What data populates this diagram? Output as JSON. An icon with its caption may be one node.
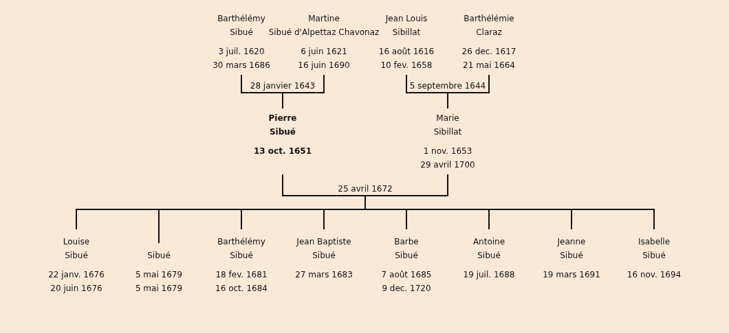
{
  "diagram": {
    "nodes": [
      {
        "text": [
          "Barthélémy",
          "Sibué",
          "3 juil. 1620",
          "30 mars 1686"
        ]
      },
      {
        "text": [
          "Martine",
          "Sibué d'Alpettaz Chavonaz",
          "6 juin 1621",
          "16 juin 1690"
        ]
      },
      {
        "text": [
          "Jean Louis",
          "Sibillat",
          "16 août 1616",
          "10 fev. 1658"
        ]
      },
      {
        "text": [
          "Barthélémie",
          "Claraz",
          "26 dec. 1617",
          "21 mai 1664"
        ]
      },
      {
        "text": [
          "28 janvier 1643"
        ]
      },
      {
        "text": [
          "5 septembre 1644"
        ]
      },
      {
        "text": [
          "Pierre",
          "Sibué",
          "13 oct. 1651"
        ]
      },
      {
        "text": [
          "Marie",
          "Sibillat",
          "1 nov. 1653",
          "29 avril 1700"
        ]
      },
      {
        "text": [
          "25 avril 1672"
        ]
      },
      {
        "text": [
          "Louise",
          "Sibué",
          "22 janv. 1676",
          "20 juin 1676"
        ]
      },
      {
        "text": [
          "Sibué",
          "5 mai 1679",
          "5 mai 1679"
        ]
      },
      {
        "text": [
          "Barthélémy",
          "Sibué",
          "18 fev. 1681",
          "16 oct. 1684"
        ]
      },
      {
        "text": [
          "Jean Baptiste",
          "Sibué",
          "27 mars 1683"
        ]
      },
      {
        "text": [
          "Barbe",
          "Sibué",
          "7 août 1685",
          "9 dec. 1720"
        ]
      },
      {
        "text": [
          "Antoine",
          "Sibué",
          "19 juil. 1688"
        ]
      },
      {
        "text": [
          "Jeanne",
          "Sibué",
          "19 mars 1691"
        ]
      },
      {
        "text": [
          "Isabelle",
          "Sibué",
          "16 nov. 1694"
        ]
      }
    ],
    "edges": [
      {
        "from": 0,
        "to": 4,
        "arrow": "none"
      },
      {
        "from": 1,
        "to": 4,
        "arrow": "none"
      },
      {
        "from": 4,
        "to": 6,
        "arrow": "none"
      },
      {
        "from": 2,
        "to": 5,
        "arrow": "none"
      },
      {
        "from": 3,
        "to": 5,
        "arrow": "none"
      },
      {
        "from": 5,
        "to": 7,
        "arrow": "none"
      },
      {
        "from": 6,
        "to": 8,
        "arrow": "none"
      },
      {
        "from": 7,
        "to": 8,
        "arrow": "none"
      },
      {
        "from": 8,
        "to": 9,
        "arrow": "none"
      },
      {
        "from": 8,
        "to": 10,
        "arrow": "none"
      },
      {
        "from": 8,
        "to": 11,
        "arrow": "none"
      },
      {
        "from": 8,
        "to": 12,
        "arrow": "none"
      },
      {
        "from": 8,
        "to": 13,
        "arrow": "none"
      },
      {
        "from": 8,
        "to": 14,
        "arrow": "none"
      },
      {
        "from": 8,
        "to": 15,
        "arrow": "none"
      },
      {
        "from": 8,
        "to": 16,
        "arrow": "none"
      }
    ]
  }
}
